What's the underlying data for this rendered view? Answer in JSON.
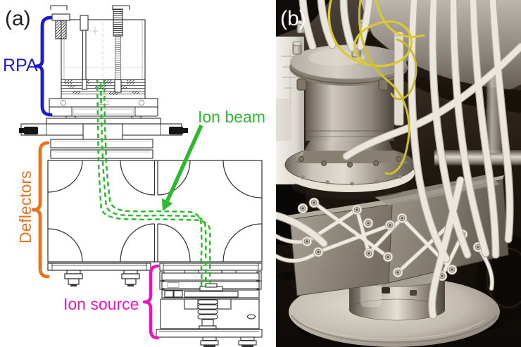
{
  "panel_a": {
    "label": "(a)",
    "rpa_label": "RPA",
    "ion_beam_label": "Ion beam",
    "deflectors_label": "Deflectors",
    "ion_source_label": "Ion source"
  },
  "panel_b": {
    "label": "(b)"
  },
  "colors": {
    "panel_a_label": "#1f1f1f",
    "panel_b_label": "#ffffff",
    "rpa_blue": "#1c1ccd",
    "beam_green": "#2eba2e",
    "deflectors_orange": "#ea731c",
    "ion_source_magenta": "#ea16bd"
  }
}
